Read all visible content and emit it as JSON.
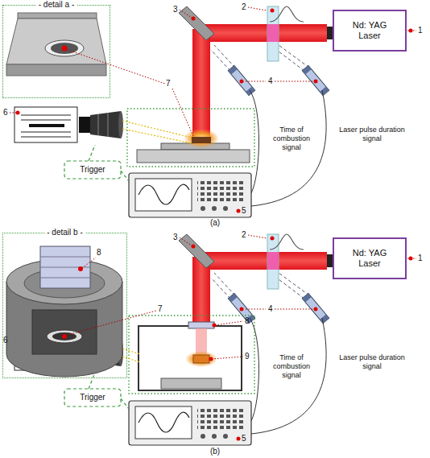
{
  "diagram": {
    "nodes": [
      {
        "text": [
          "- detail a -"
        ]
      },
      {
        "text": [
          "Nd: YAG Laser"
        ]
      },
      {
        "text": [
          "- detail b -"
        ]
      },
      {
        "text": [
          "Nd: YAG Laser"
        ]
      }
    ],
    "labels": [
      "1",
      "2",
      "3",
      "4",
      "7",
      "6",
      "Trigger",
      "5",
      "Time of combustion signal",
      "Laser pulse duration signal",
      "(a)",
      "1",
      "2",
      "3",
      "4",
      "8",
      "7",
      "8",
      "9",
      "6",
      "Trigger",
      "5",
      "Time of combustion signal",
      "Laser pulse duration signal",
      "(b)"
    ]
  }
}
